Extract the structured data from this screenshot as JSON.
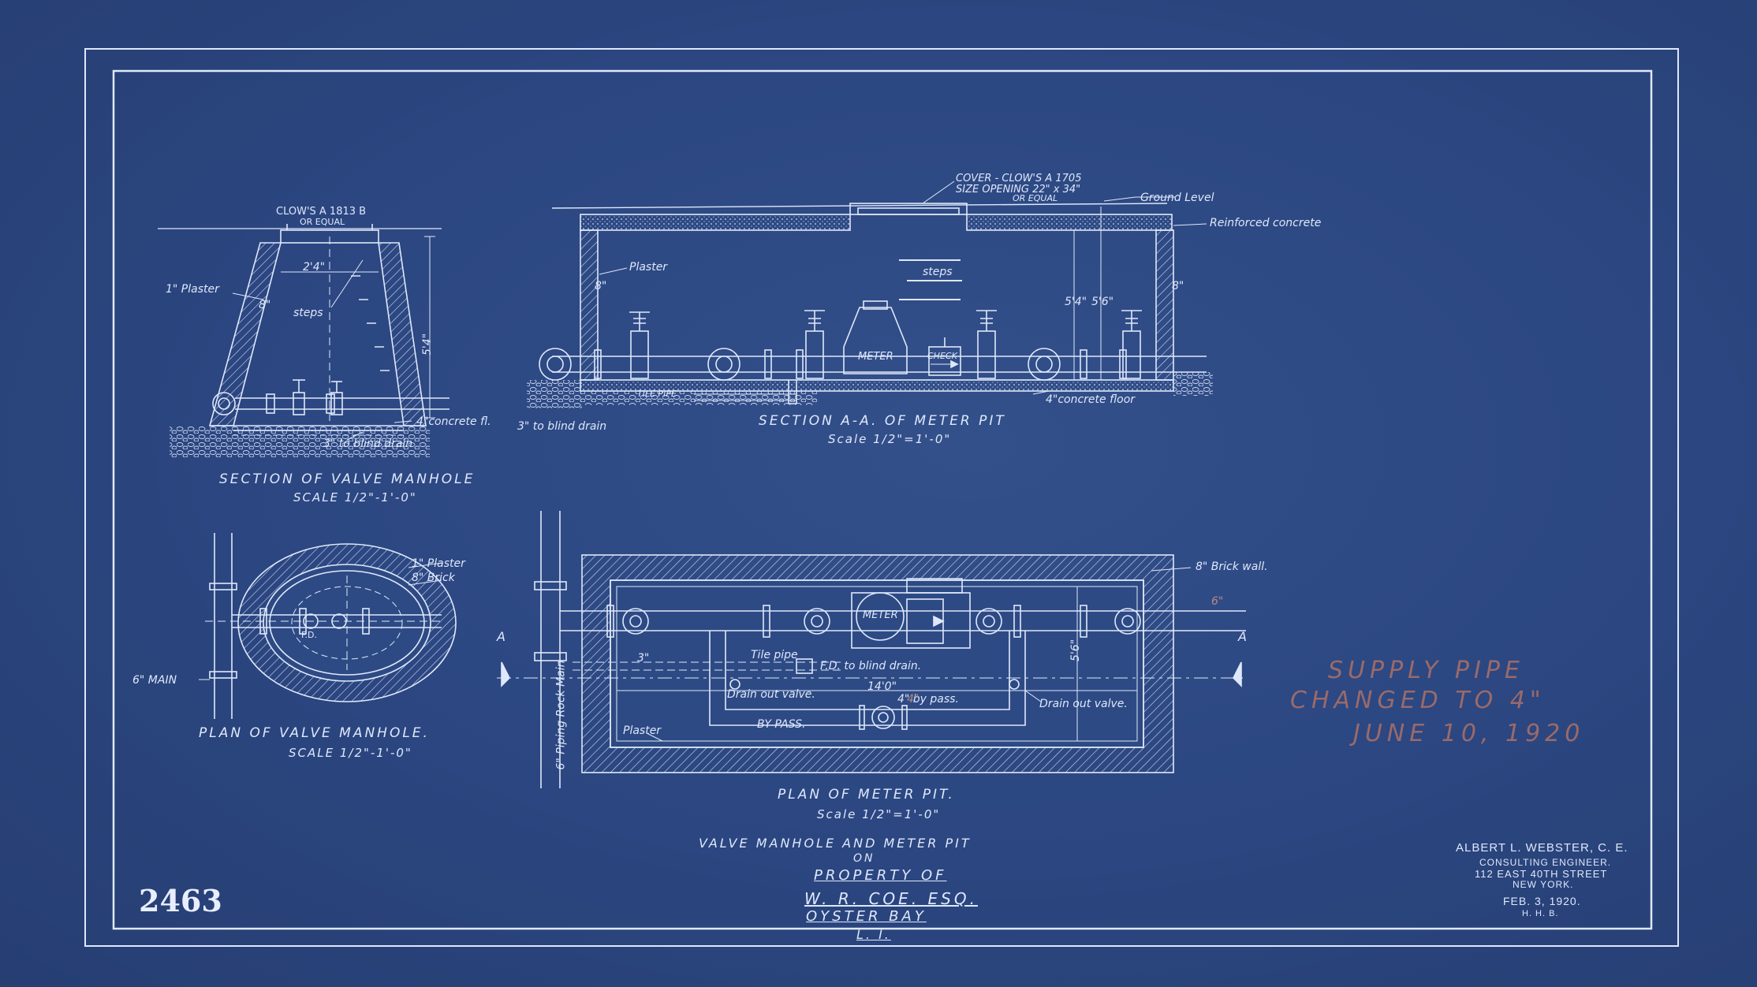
{
  "drawing_number": "2463",
  "labels": {
    "vm_cover": "CLOW'S A 1813 B",
    "vm_cover2": "OR EQUAL",
    "vm_plaster": "1\" Plaster",
    "vm_steps": "steps",
    "vm_blind_drain": "3\" to blind drain",
    "vm_concrete": "4\"concrete fl.",
    "vm_dim_24": "2'4\"",
    "vm_dim_8": "8\"",
    "vm_dim_54": "5'4\"",
    "mp_cover1": "COVER - CLOW'S A 1705",
    "mp_cover2": "SIZE OPENING 22\" x 34\"",
    "mp_cover3": "OR EQUAL",
    "mp_ground": "Ground Level",
    "mp_reinforced": "Reinforced concrete",
    "mp_plaster": "Plaster",
    "mp_steps": "steps",
    "mp_meter": "METER",
    "mp_check": "CHECK",
    "mp_tile_pipe": "TILE PIPE",
    "mp_concrete_floor": "4\"concrete floor",
    "mp_blind_drain": "3\" to blind drain",
    "mp_dim_8a": "8\"",
    "mp_dim_8b": "8\"",
    "mp_dim_54a": "5'4\"",
    "mp_dim_54b": "5'6\"",
    "pv_plaster": "1\" Plaster",
    "pv_brick": "8\" Brick",
    "pv_main": "6\" MAIN",
    "pv_fd": "F.D.",
    "pm_brick_wall": "8\" Brick wall.",
    "pm_meter": "METER",
    "pm_tile_pipe": "Tile pipe",
    "pm_fd": "F.D. to blind drain.",
    "pm_drain1": "Drain out valve.",
    "pm_drain2": "Drain out valve.",
    "pm_bypass": "4\" by pass.",
    "pm_bypass2": "BY PASS.",
    "pm_plaster": "Plaster",
    "pm_dim_14": "14'0\"",
    "pm_dim_56": "5'6\"",
    "pm_dim_3": "3\"",
    "pm_rock_main": "6\" Piping Rock Main",
    "pm_a_left": "A",
    "pm_a_right": "A",
    "pm_6": "6\"",
    "pm_4": "4\""
  },
  "titles": {
    "section_valve": "SECTION OF VALVE MANHOLE",
    "section_valve_scale": "SCALE 1/2\"-1'-0\"",
    "section_meter": "SECTION A-A. OF METER PIT",
    "section_meter_scale": "Scale 1/2\"=1'-0\"",
    "plan_valve": "PLAN OF VALVE MANHOLE.",
    "plan_valve_scale": "SCALE 1/2\"-1'-0\"",
    "plan_meter": "PLAN OF METER PIT.",
    "plan_meter_scale": "Scale 1/2\"=1'-0\""
  },
  "main_title": {
    "line1": "VALVE MANHOLE AND METER PIT",
    "line2": "ON",
    "line3": "PROPERTY OF",
    "line4": "W. R. COE. ESQ.",
    "line5": "OYSTER BAY",
    "line6": "L. I."
  },
  "engineer": {
    "name": "ALBERT L. WEBSTER, C. E.",
    "role": "CONSULTING ENGINEER.",
    "address": "112 EAST 40TH STREET",
    "city": "NEW YORK.",
    "date": "FEB. 3, 1920.",
    "initials": "H. H. B."
  },
  "revision": {
    "line1": "SUPPLY PIPE",
    "line2": "CHANGED TO 4\"",
    "line3": "JUNE 10, 1920"
  },
  "colors": {
    "paper": "#2b4680",
    "ink": "#dfe8fb",
    "revision_ink": "#9a6a6a"
  }
}
